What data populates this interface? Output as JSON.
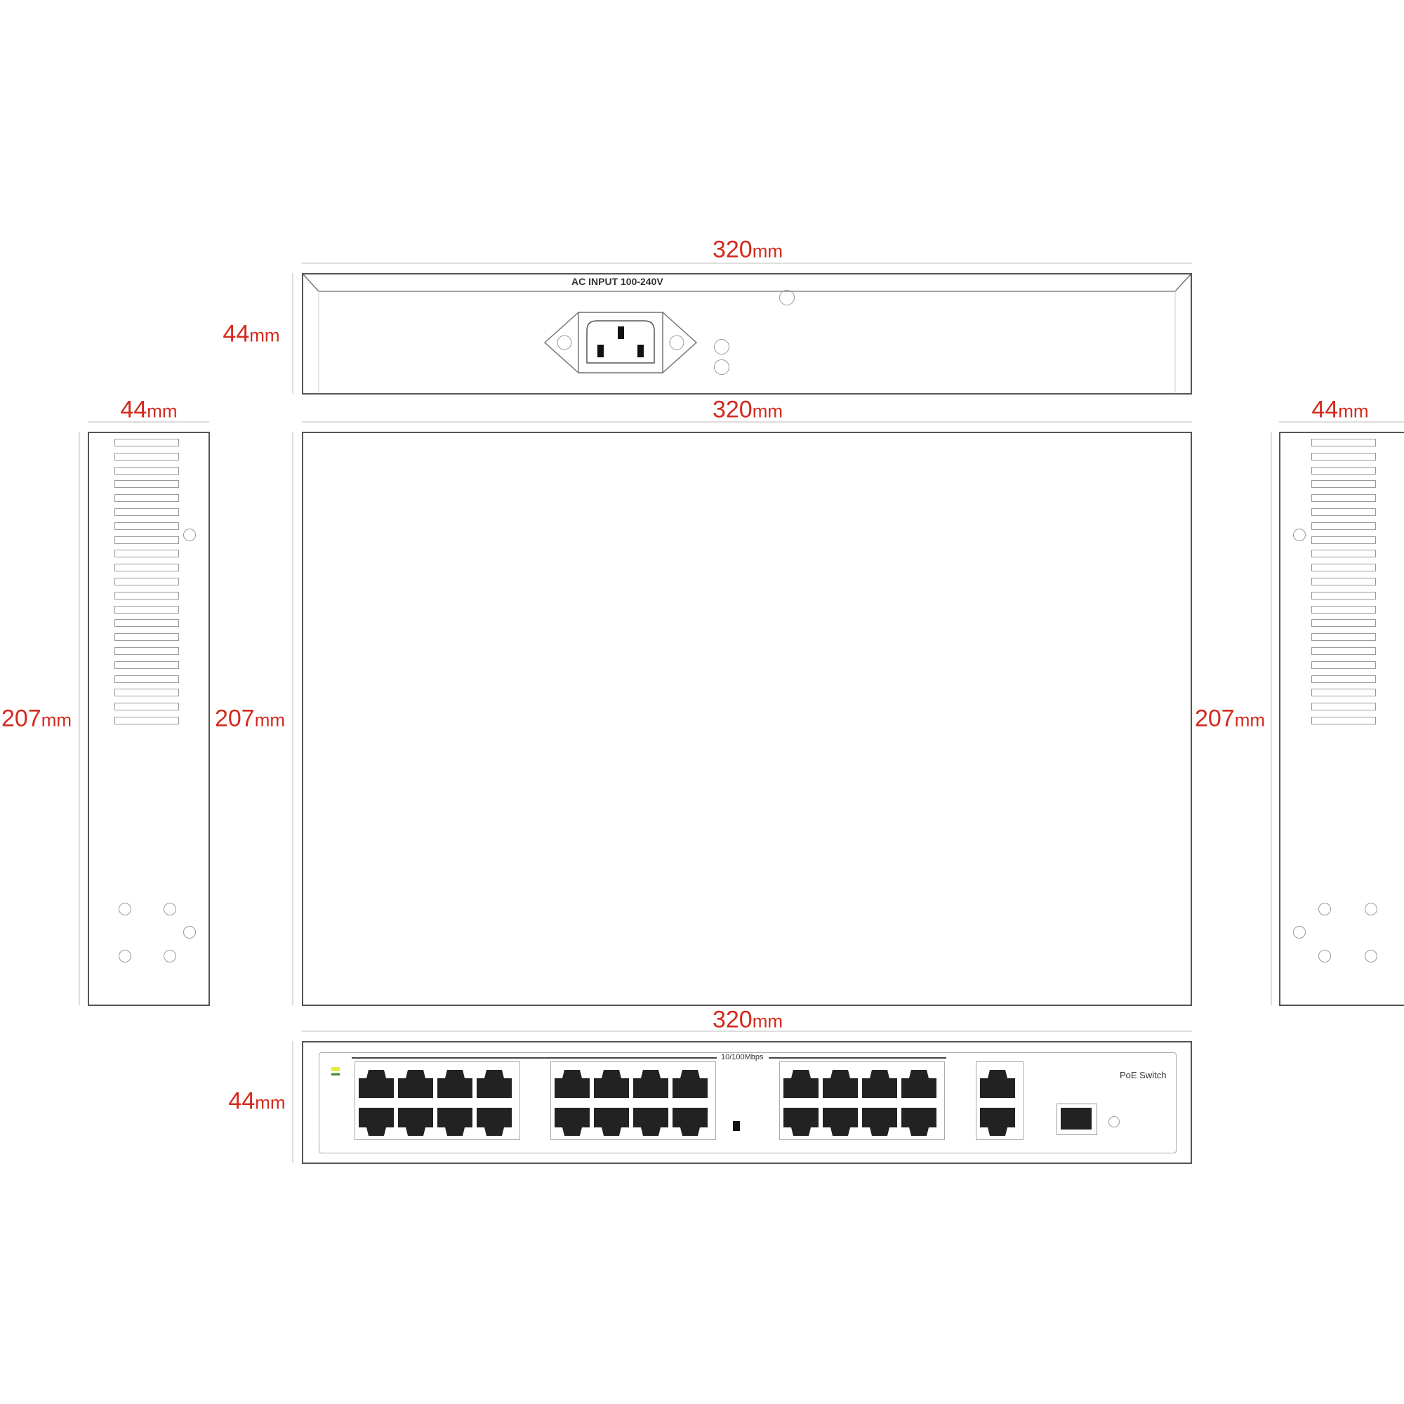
{
  "dimensions": {
    "width": "320",
    "depth": "207",
    "height": "44",
    "unit": "mm"
  },
  "rear_panel": {
    "power_label": "AC INPUT 100-240V"
  },
  "front_panel": {
    "port_group_label": "10/100Mbps",
    "brand_label": "PoE Switch"
  },
  "colors": {
    "dimension_text": "#d42a1e",
    "outline": "#555555"
  }
}
